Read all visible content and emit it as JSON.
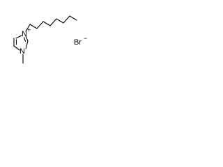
{
  "structure": {
    "atoms": {
      "n_cation": "N",
      "n_cation_charge": "+",
      "n_methyl": "N",
      "bromine": "Br",
      "bromine_charge": "−"
    }
  },
  "colors": {
    "ink": "#000000",
    "background": "#ffffff"
  }
}
